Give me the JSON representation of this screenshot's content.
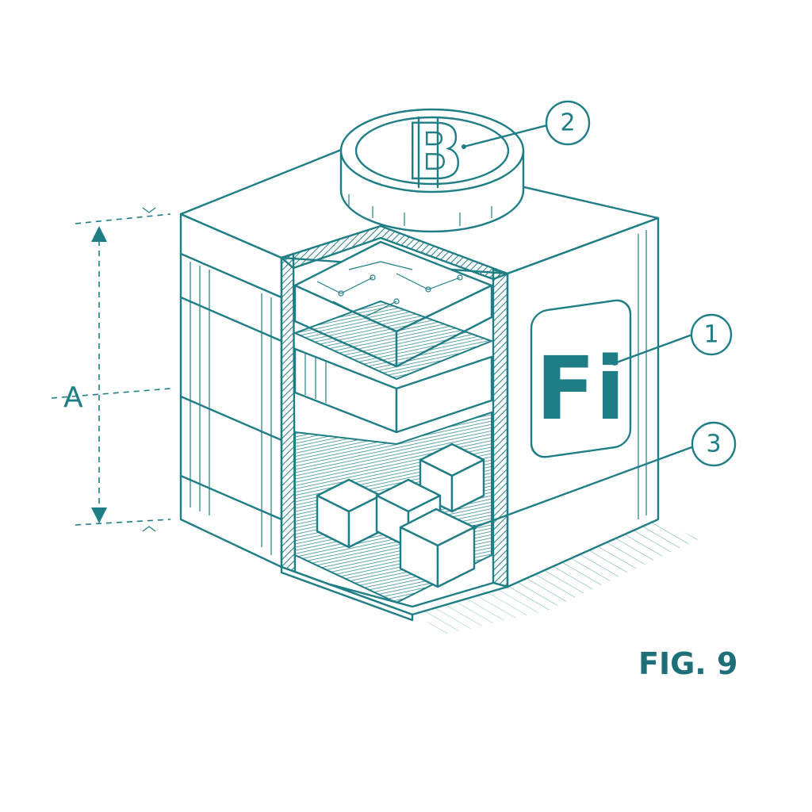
{
  "figure": {
    "label": "FIG. 9",
    "dimension_label": "A",
    "coin_symbol": "B",
    "logo_text": "Fi",
    "callouts": [
      {
        "number": "1"
      },
      {
        "number": "2"
      },
      {
        "number": "3"
      }
    ]
  },
  "colors": {
    "ink": "#1f7d85",
    "background": "#ffffff"
  }
}
